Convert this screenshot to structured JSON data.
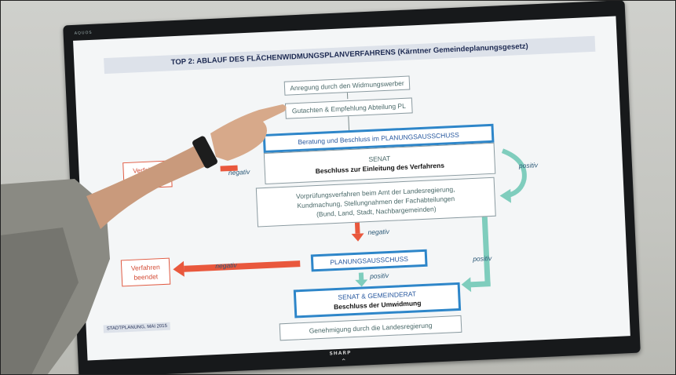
{
  "tv": {
    "brand_top": "AQUOS",
    "brand_bottom": "SHARP"
  },
  "slide": {
    "title": "TOP 2: ABLAUF DES FLÄCHENWIDMUNGSPLANVERFAHRENS (Kärntner Gemeindeplanungsgesetz)",
    "step1": "Anregung durch den Widmungswerber",
    "step2": "Gutachten & Empfehlung Abteilung PL",
    "step3": "Beratung und Beschluss im PLANUNGSAUSSCHUSS",
    "senat_line1": "SENAT",
    "senat_line2": "Beschluss zur Einleitung des Verfahrens",
    "vor_line1": "Vorprüfungsverfahren beim Amt der Landesregierung,",
    "vor_line2": "Kundmachung, Stellungnahmen der Fachabteilungen",
    "vor_line3": "(Bund, Land, Stadt, Nachbargemeinden)",
    "planungsausschuss": "PLANUNGSAUSSCHUSS",
    "final_line1": "SENAT & GEMEINDERAT",
    "final_line2": "Beschluss der Umwidmung",
    "genehmigung": "Genehmigung durch die Landesregierung",
    "beendet1_line1": "Verfahren",
    "beendet1_line2": "beendet",
    "beendet2_line1": "Verfahren",
    "beendet2_line2": "beendet",
    "label_negativ_left1": "negativ",
    "label_negativ_left2": "negativ",
    "label_negativ_mid": "negativ",
    "label_positiv_right1": "positiv",
    "label_positiv_right2": "positiv",
    "label_positiv_mid": "positiv",
    "footer": "STADTPLANUNG, MAI 2015"
  },
  "colors": {
    "accent_blue": "#2e86c9",
    "arrow_red": "#e9583d",
    "arrow_green": "#7fcdbd"
  }
}
